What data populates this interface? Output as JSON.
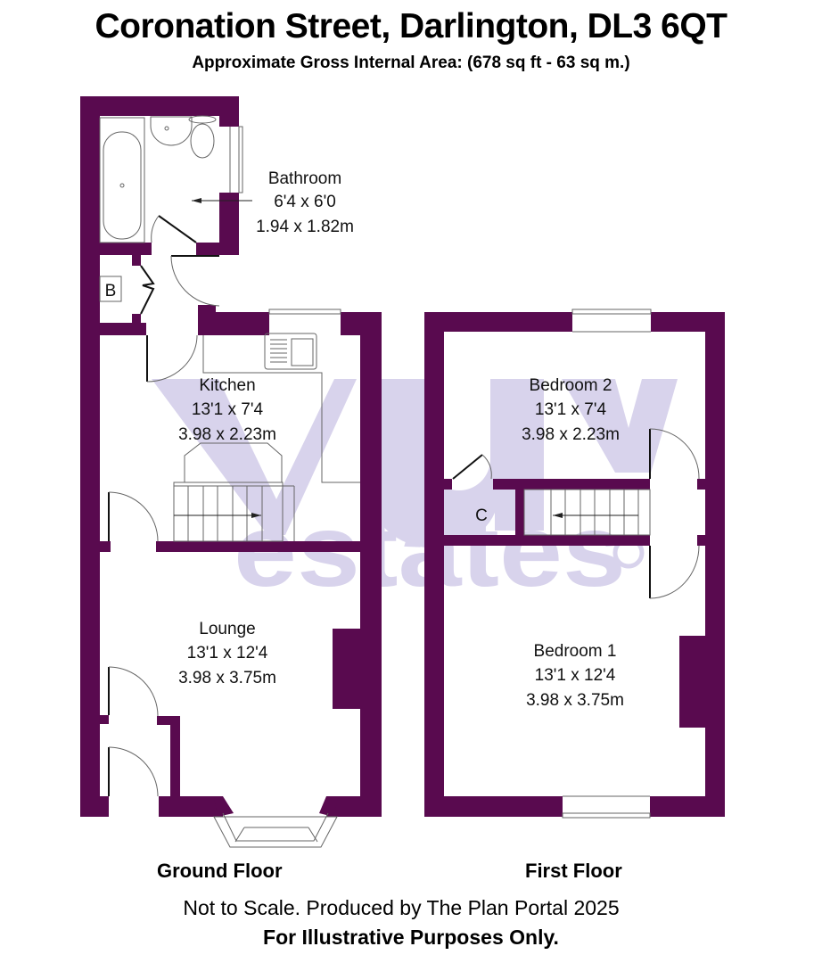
{
  "header": {
    "title": "Coronation Street, Darlington, DL3 6QT",
    "subtitle": "Approximate Gross Internal Area: (678 sq ft - 63 sq m.)"
  },
  "watermark": {
    "line1": "vu",
    "line2": "estates",
    "mark": "®",
    "color": "#d8d3ec"
  },
  "colors": {
    "wall": "#590a4f",
    "fixture_line": "#777777",
    "background": "#ffffff"
  },
  "ground_floor": {
    "label": "Ground Floor",
    "rooms": [
      {
        "name": "Bathroom",
        "imperial": "6'4 x 6'0",
        "metric": "1.94 x 1.82m"
      },
      {
        "name": "Kitchen",
        "imperial": "13'1 x 7'4",
        "metric": "3.98 x 2.23m"
      },
      {
        "name": "Lounge",
        "imperial": "13'1 x 12'4",
        "metric": "3.98 x 3.75m"
      }
    ],
    "cupboard_label": "B"
  },
  "first_floor": {
    "label": "First Floor",
    "rooms": [
      {
        "name": "Bedroom 2",
        "imperial": "13'1 x 7'4",
        "metric": "3.98 x 2.23m"
      },
      {
        "name": "Bedroom 1",
        "imperial": "13'1 x 12'4",
        "metric": "3.98 x 3.75m"
      }
    ],
    "cupboard_label": "C"
  },
  "footer": {
    "disclaimer": "Not to Scale. Produced by The Plan Portal 2025",
    "note": "For Illustrative Purposes Only."
  }
}
